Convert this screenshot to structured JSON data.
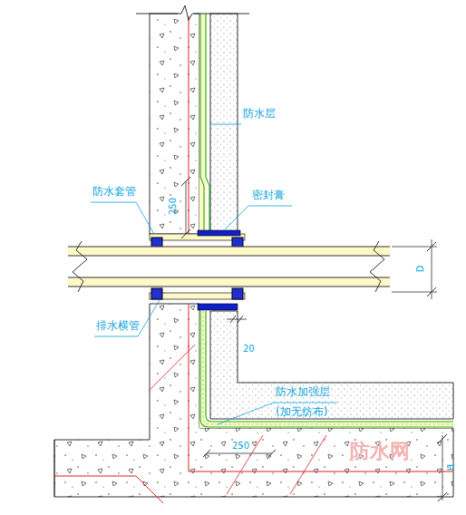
{
  "diagram": {
    "labels": [
      "防水层",
      "防水套管",
      "密封膏",
      "250",
      "排水横管",
      "D",
      "20",
      "防水加强层",
      "(加无纺布)",
      "250",
      "H",
      "防水网"
    ]
  }
}
